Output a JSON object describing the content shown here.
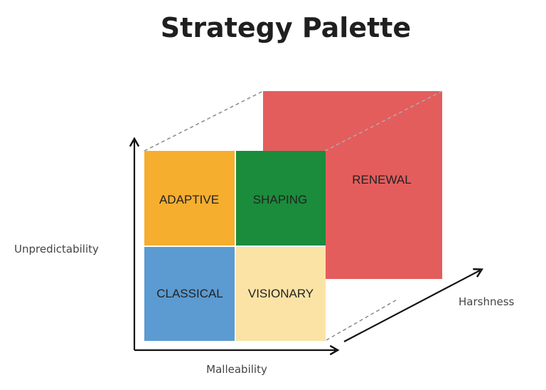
{
  "title": "Strategy Palette",
  "axes": {
    "vertical": "Unpredictability",
    "horizontal": "Malleability",
    "depth": "Harshness"
  },
  "cells": {
    "adaptive": {
      "label": "ADAPTIVE",
      "color": "#F5AE2E"
    },
    "shaping": {
      "label": "SHAPING",
      "color": "#1A8C3B"
    },
    "classical": {
      "label": "CLASSICAL",
      "color": "#5B9BD1"
    },
    "visionary": {
      "label": "VISIONARY",
      "color": "#FBE3A6"
    },
    "renewal": {
      "label": "RENEWAL",
      "color": "#E35D5D"
    }
  }
}
